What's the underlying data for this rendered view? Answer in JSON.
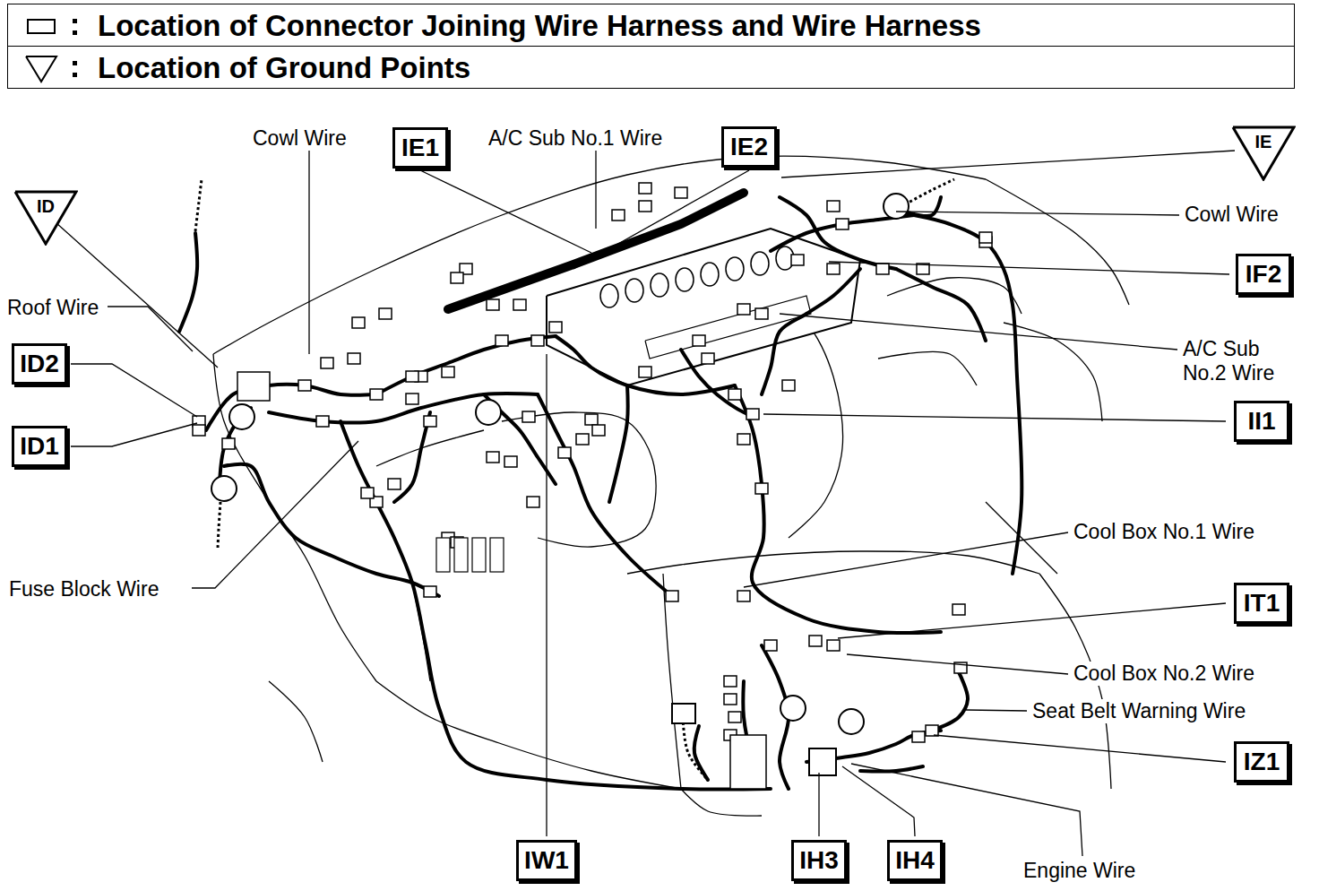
{
  "diagram": {
    "nodes": [
      {
        "text": [
          "IE1"
        ]
      },
      {
        "text": [
          "IE2"
        ]
      },
      {
        "text": [
          "IE"
        ]
      },
      {
        "text": [
          "ID"
        ]
      },
      {
        "text": [
          "IF2"
        ]
      },
      {
        "text": [
          "ID2"
        ]
      },
      {
        "text": [
          "II1"
        ]
      },
      {
        "text": [
          "ID1"
        ]
      },
      {
        "text": [
          "IT1"
        ]
      },
      {
        "text": [
          "IZ1"
        ]
      },
      {
        "text": [
          "IW1"
        ]
      },
      {
        "text": [
          "IH3"
        ]
      },
      {
        "text": [
          "IH4"
        ]
      }
    ],
    "edges": [],
    "labels": [
      "Cowl Wire",
      "A/C Sub No.1 Wire",
      "Cowl Wire",
      "Roof Wire",
      "A/C Sub No.2 Wire",
      "Cool Box No.1 Wire",
      "Fuse Block Wire",
      "Cool Box No.2 Wire",
      "Seat Belt Warning Wire",
      "Engine Wire"
    ],
    "legend": [
      {
        "text": "Location of Connector Joining Wire Harness and Wire Harness"
      },
      {
        "text": "Location of Ground Points"
      }
    ]
  }
}
